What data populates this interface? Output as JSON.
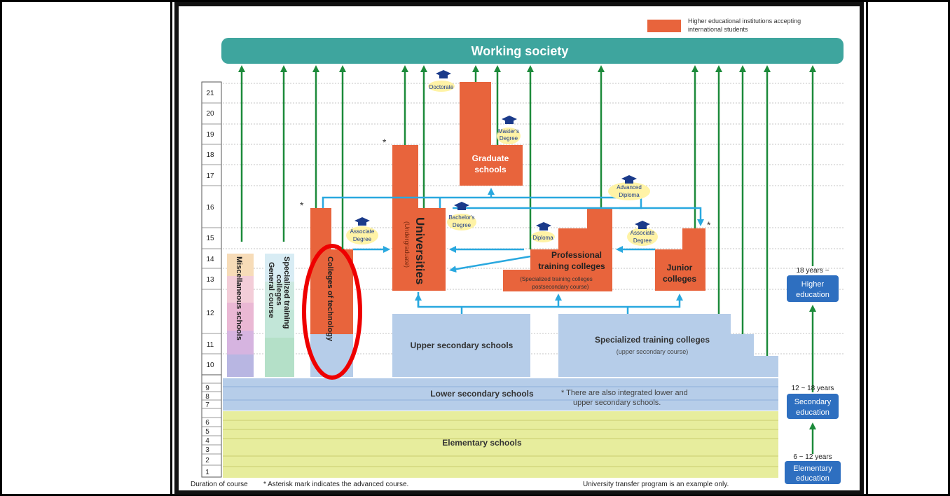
{
  "legend": {
    "text_1": "Higher educational institutions accepting",
    "text_2": "international students",
    "color": "#e8643c"
  },
  "working_society": "Working society",
  "year_labels": [
    "1",
    "2",
    "3",
    "4",
    "5",
    "6",
    "7",
    "8",
    "9",
    "10",
    "11",
    "12",
    "13",
    "14",
    "15",
    "16",
    "17",
    "18",
    "19",
    "20",
    "21"
  ],
  "blocks": {
    "graduate_schools": [
      "Graduate",
      "schools"
    ],
    "universities": "Universities",
    "universities_sub": "(Undergraduate)",
    "professional": [
      "Professional",
      "training colleges"
    ],
    "professional_sub": [
      "(Specialized training colleges",
      "postsecondary course)"
    ],
    "junior_colleges": [
      "Junior",
      "colleges"
    ],
    "colleges_of_technology": "Colleges of technology",
    "misc_schools": "Miscellaneous schools",
    "specialized_general": [
      "Specialized training",
      "colleges",
      "General course"
    ],
    "upper_secondary": "Upper secondary schools",
    "specialized_upper": "Specialized training colleges",
    "specialized_upper_sub": "(upper secondary course)",
    "lower_secondary": "Lower secondary schools",
    "integrated_note": [
      "* There are also integrated lower and",
      "upper secondary schools."
    ],
    "elementary": "Elementary schools"
  },
  "degrees": {
    "doctorate": "Doctorate",
    "masters": [
      "Master's",
      "Degree"
    ],
    "bachelors": [
      "Bachelor's",
      "Degree"
    ],
    "associate_left": [
      "Associate",
      "Degree"
    ],
    "associate_right": [
      "Associate",
      "Degree"
    ],
    "diploma": "Diploma",
    "advanced_diploma": [
      "Advanced",
      "Diploma"
    ]
  },
  "stages": {
    "higher_age": "18 years ~",
    "higher_label": [
      "Higher",
      "education"
    ],
    "secondary_age": "12 ~ 18 years",
    "secondary_label": [
      "Secondary",
      "education"
    ],
    "elementary_age": "6 ~ 12 years",
    "elementary_label": [
      "Elementary",
      "education"
    ]
  },
  "asterisk": "*",
  "footer": {
    "duration": "Duration of course",
    "asterisk_note": "* Asterisk mark indicates the advanced course.",
    "transfer_note": "University transfer program is an example only."
  },
  "colors": {
    "orange": "#e8643c",
    "teal": "#3ea59e",
    "green_arrow": "#1c8a3a",
    "blue_arrow": "#29a8df",
    "light_blue": "#b6cde9",
    "elementary_yellow": "#e7ed9d",
    "stage_blue": "#2e6fc0",
    "highlight_red": "#ee0000"
  }
}
